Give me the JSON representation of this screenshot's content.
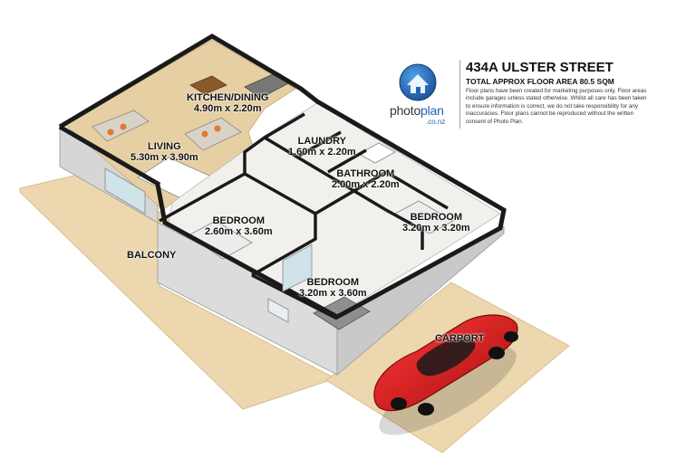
{
  "header": {
    "address": "434A ULSTER STREET",
    "total_area": "TOTAL APPROX FLOOR AREA 80.5 SQM",
    "disclaimer": "Floor plans have been created for marketing purposes only. Floor areas include garages unless stated otherwise. Whilst all care has been taken to ensure information is correct, we do not take responsibility for any inaccuracies. Floor plans cannot be reproduced without the written consent of Photo Plan."
  },
  "logo": {
    "word_a": "photo",
    "word_b": "plan",
    "domain": ".co.nz",
    "icon": "house-icon"
  },
  "rooms": [
    {
      "key": "kitchen",
      "name": "KITCHEN/DINING",
      "dims": "4.90m x 2.20m"
    },
    {
      "key": "living",
      "name": "LIVING",
      "dims": "5.30m x 3.90m"
    },
    {
      "key": "laundry",
      "name": "LAUNDRY",
      "dims": "1.60m x 2.20m"
    },
    {
      "key": "bathroom",
      "name": "BATHROOM",
      "dims": "2.00m x 2.20m"
    },
    {
      "key": "bedroom1",
      "name": "BEDROOM",
      "dims": "2.60m x 3.60m"
    },
    {
      "key": "bedroom2",
      "name": "BEDROOM",
      "dims": "3.20m x 3.20m"
    },
    {
      "key": "bedroom3",
      "name": "BEDROOM",
      "dims": "3.20m x 3.60m"
    }
  ],
  "outdoor": {
    "balcony": "BALCONY",
    "carport": "CARPORT"
  },
  "colors": {
    "wall": "#1a1a1a",
    "wall_side": "#d9d9d9",
    "floor_wood": "#e6cfa2",
    "floor_room": "#f2f0ec",
    "deck": "#ecd7ae",
    "car": "#d91a1a",
    "logo_blue": "#1f63b0"
  }
}
